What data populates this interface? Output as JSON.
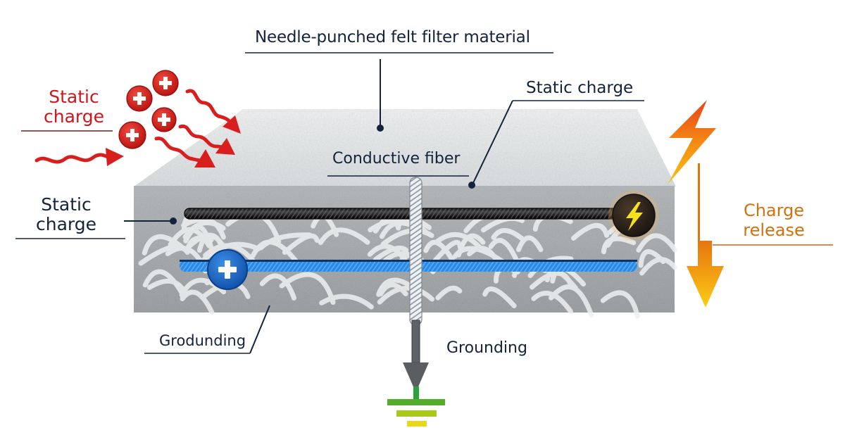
{
  "diagram": {
    "title": "Needle-punched felt filter material",
    "labels": {
      "static_charge_incoming": [
        "Static",
        "charge"
      ],
      "static_charge_top": "Static charge",
      "conductive_fiber": "Conductive fiber",
      "static_charge_left": [
        "Static",
        "charge"
      ],
      "charge_release": [
        "Charge",
        "release"
      ],
      "grodunding": "Grodunding",
      "grounding": "Grounding"
    },
    "icons": {
      "positive_charge": "plus-in-circle",
      "discharge": "lightning-bolt",
      "ground": "ground-symbol"
    },
    "colors": {
      "label_text": "#13233d",
      "static_charge_red": "#c8191e",
      "charge_release_orange": "#d4700e",
      "conductive_fiber_black": "#1e1e1e",
      "conductive_fiber_blue": "#1e7fd8",
      "felt_gray": "#a9adb0",
      "ground_green": "#3aa83a",
      "ground_yellow": "#e6d21a"
    }
  }
}
